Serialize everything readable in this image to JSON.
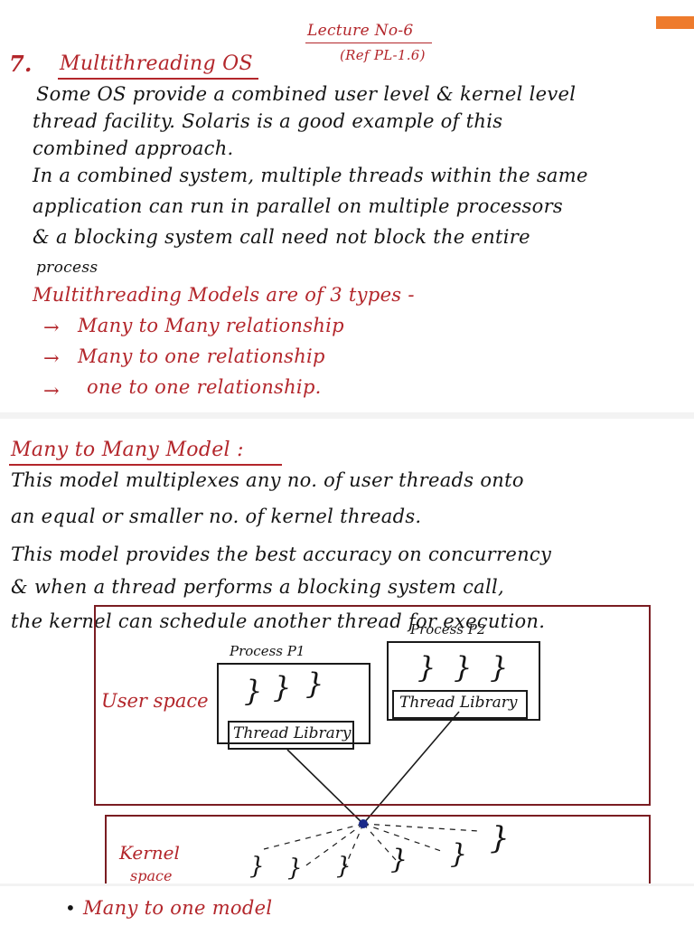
{
  "page1": {
    "lecture_no": "Lecture No-6",
    "ref": "(Ref PL-1.6)",
    "heading_number": "7.",
    "heading": "Multithreading OS",
    "para1": [
      "Some OS provide a combined user level & kernel level",
      "thread facility. Solaris is a good example of this",
      "combined approach."
    ],
    "para2": [
      "In a combined system, multiple threads within the same",
      "application can run in parallel on multiple processors",
      "& a blocking system call need not block the entire",
      "process"
    ],
    "models_intro": "Multithreading Models are of 3 types -",
    "models": [
      "Many to Many relationship",
      "Many to one relationship",
      "one to one relationship."
    ],
    "arrow_glyph": "→"
  },
  "page2": {
    "heading": "Many to Many Model :",
    "body": [
      "This model multiplexes any no. of user threads onto",
      "an equal or smaller no. of kernel threads.",
      "This model provides the best accuracy on concurrency",
      "& when a thread performs a blocking system call,",
      "the kernel can schedule another thread for execution."
    ],
    "diagram": {
      "user_space_label": "User space",
      "kernel_label": "Kernel",
      "kernel_label_cut": "space",
      "process1_label": "Process P1",
      "process2_label": "Process P2",
      "thread_library_label": "Thread Library",
      "thread_glyph": "}"
    }
  },
  "page3": {
    "bullet": "•",
    "text": "Many to one model"
  },
  "colors": {
    "ink": "#141414",
    "red_ink": "#b3262b",
    "box_red": "#7a1d22",
    "dot": "#1b2a8a"
  }
}
